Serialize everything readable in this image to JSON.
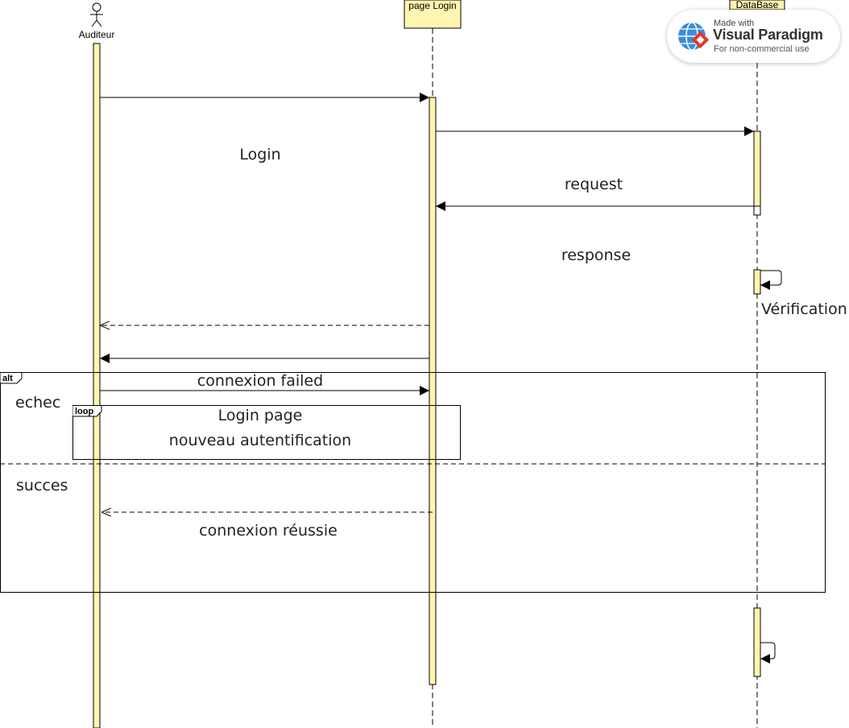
{
  "lifelines": {
    "auditeur": "Auditeur",
    "page_login": "page Login",
    "database": "DataBase"
  },
  "messages": {
    "login": "Login",
    "request": "request",
    "response": "response",
    "verification": "Vérification",
    "connexion_failed": "connexion failed",
    "login_page": "Login page",
    "nouveau_authentification": "nouveau autentification",
    "connexion_reussie": "connexion réussie"
  },
  "fragments": {
    "alt_tag": "alt",
    "alt_guard_1": "echec",
    "alt_guard_2": "succes",
    "loop_tag": "loop"
  },
  "watermark": {
    "made_with": "Made with",
    "brand": "Visual Paradigm",
    "sub": "For non-commercial use"
  },
  "colors": {
    "activation_fill": "#fff4b0",
    "lifeline_box_fill": "#fff4b0",
    "stroke": "#000000"
  }
}
